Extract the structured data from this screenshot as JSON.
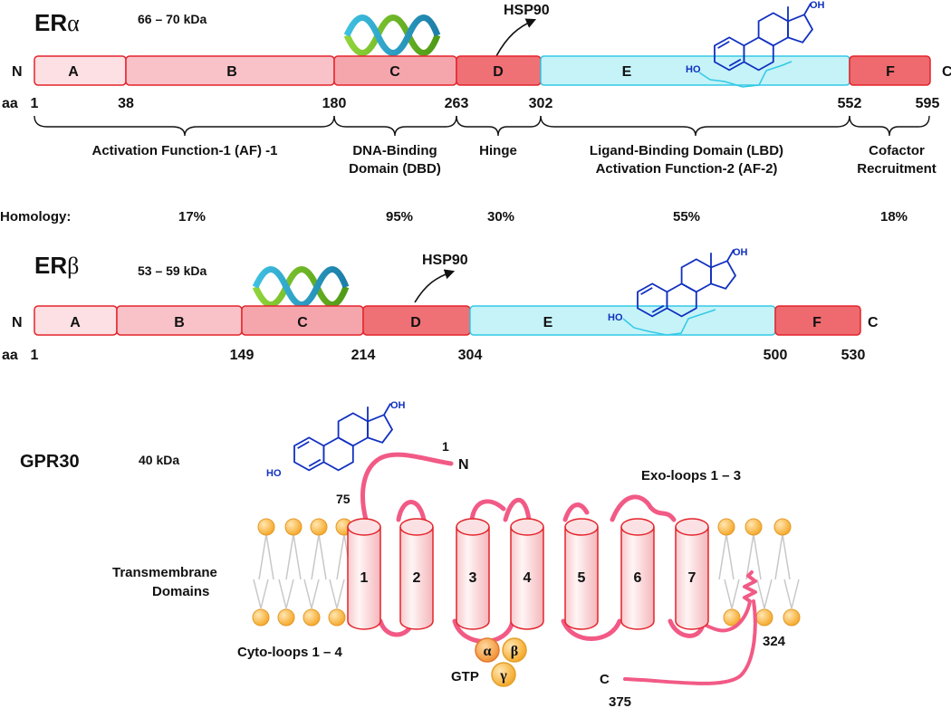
{
  "colors": {
    "domainA": "#fde0e3",
    "domainB": "#f9c2c8",
    "domainC": "#f5a6ad",
    "domainD": "#ef7176",
    "domainE": "#c5f3f8",
    "domainF": "#ee6a6e",
    "redStroke": "#e3242b",
    "cyanStroke": "#33c9e6",
    "loop": "#f25a86",
    "molecule": "#1030c0",
    "lipid": "#f5a623"
  },
  "era": {
    "title_prefix": "ER",
    "title_greek": "α",
    "mass": "66 – 70 kDa",
    "n_label": "N",
    "c_label": "C",
    "aa_label": "aa",
    "hsp90": "HSP90",
    "domains": [
      {
        "label": "A"
      },
      {
        "label": "B"
      },
      {
        "label": "C"
      },
      {
        "label": "D"
      },
      {
        "label": "E"
      },
      {
        "label": "F"
      }
    ],
    "positions": [
      "1",
      "38",
      "180",
      "263",
      "302",
      "552",
      "595"
    ],
    "regions": {
      "af1": "Activation Function-1 (AF) -1",
      "dbd_line1": "DNA-Binding",
      "dbd_line2": "Domain (DBD)",
      "hinge": "Hinge",
      "lbd_line1": "Ligand-Binding Domain (LBD)",
      "lbd_line2": "Activation Function-2 (AF-2)",
      "cof_line1": "Cofactor",
      "cof_line2": "Recruitment"
    }
  },
  "homology": {
    "label": "Homology:",
    "values": [
      "17%",
      "95%",
      "30%",
      "55%",
      "18%"
    ]
  },
  "erb": {
    "title_prefix": "ER",
    "title_greek": "β",
    "mass": "53 – 59 kDa",
    "n_label": "N",
    "c_label": "C",
    "aa_label": "aa",
    "hsp90": "HSP90",
    "domains": [
      {
        "label": "A"
      },
      {
        "label": "B"
      },
      {
        "label": "C"
      },
      {
        "label": "D"
      },
      {
        "label": "E"
      },
      {
        "label": "F"
      }
    ],
    "positions": [
      "1",
      "149",
      "214",
      "304",
      "500",
      "530"
    ]
  },
  "estradiol": {
    "oh_top": "OH",
    "ho_left": "HO"
  },
  "gpr30": {
    "title": "GPR30",
    "mass": "40 kDa",
    "n_term_number": "1",
    "n_term": "N",
    "residue_75": "75",
    "exo_loops": "Exo-loops 1 – 3",
    "tm_line1": "Transmembrane",
    "tm_line2": "Domains",
    "cyto_loops": "Cyto-loops 1 – 4",
    "helices": [
      "1",
      "2",
      "3",
      "4",
      "5",
      "6",
      "7"
    ],
    "gprotein": {
      "alpha": "α",
      "beta": "β",
      "gamma": "γ"
    },
    "gtp": "GTP",
    "residue_324": "324",
    "c_term": "C",
    "residue_375": "375"
  }
}
